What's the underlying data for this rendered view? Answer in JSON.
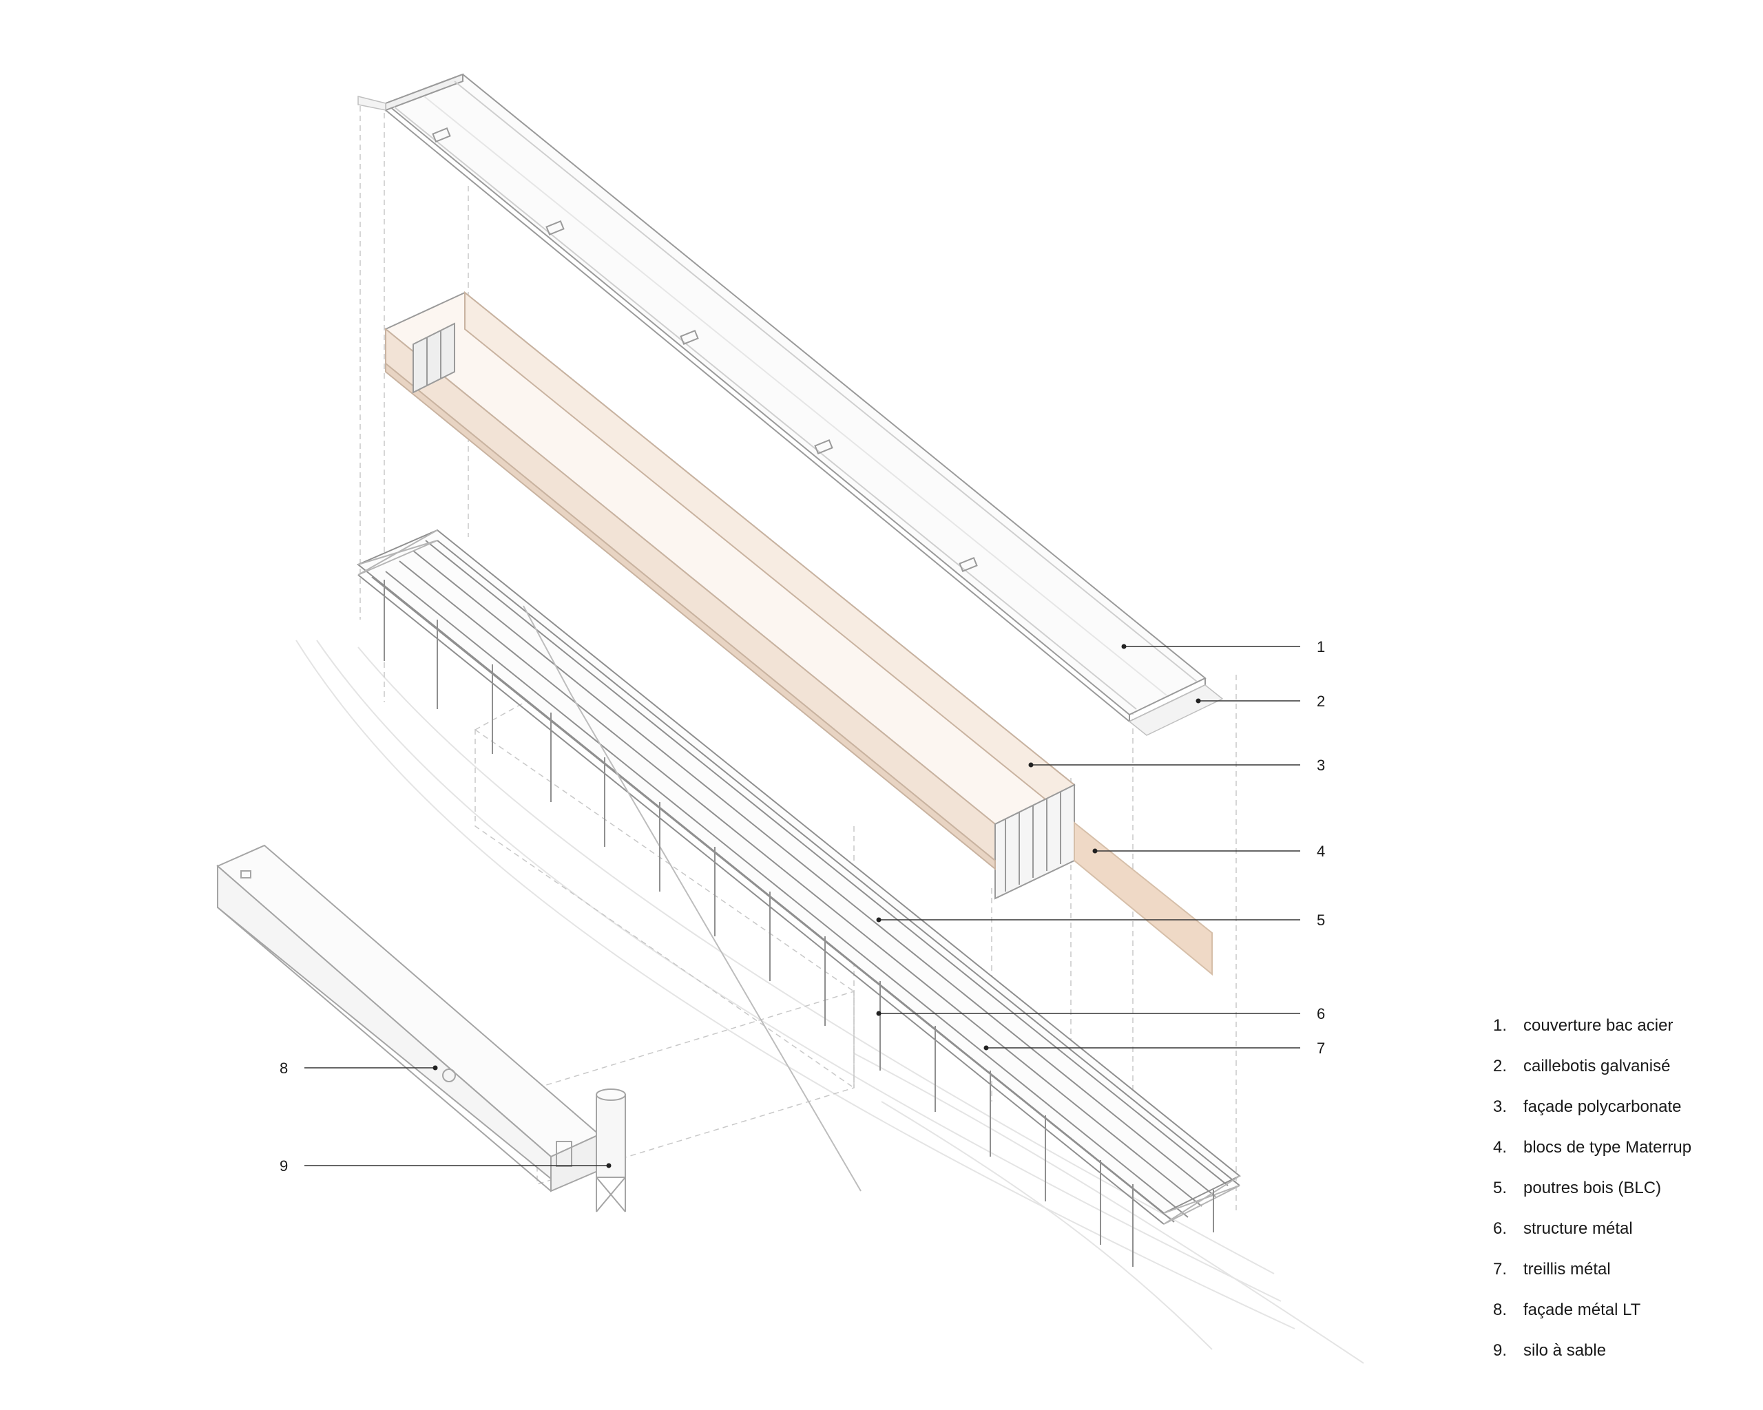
{
  "callouts": [
    {
      "number": "1"
    },
    {
      "number": "2"
    },
    {
      "number": "3"
    },
    {
      "number": "4"
    },
    {
      "number": "5"
    },
    {
      "number": "6"
    },
    {
      "number": "7"
    },
    {
      "number": "8"
    },
    {
      "number": "9"
    }
  ],
  "legend": [
    {
      "number": "1.",
      "text": "couverture bac acier"
    },
    {
      "number": "2.",
      "text": "caillebotis galvanisé"
    },
    {
      "number": "3.",
      "text": "façade polycarbonate"
    },
    {
      "number": "4.",
      "text": "blocs de type Materrup"
    },
    {
      "number": "5.",
      "text": "poutres bois (BLC)"
    },
    {
      "number": "6.",
      "text": "structure métal"
    },
    {
      "number": "7.",
      "text": "treillis métal"
    },
    {
      "number": "8.",
      "text": "façade métal LT"
    },
    {
      "number": "9.",
      "text": "silo à sable"
    }
  ],
  "colors": {
    "line": "#b0b0b0",
    "line_dark": "#555555",
    "blocks": "#e3cbb6",
    "leader": "#333333",
    "text": "#1a1a1a"
  }
}
